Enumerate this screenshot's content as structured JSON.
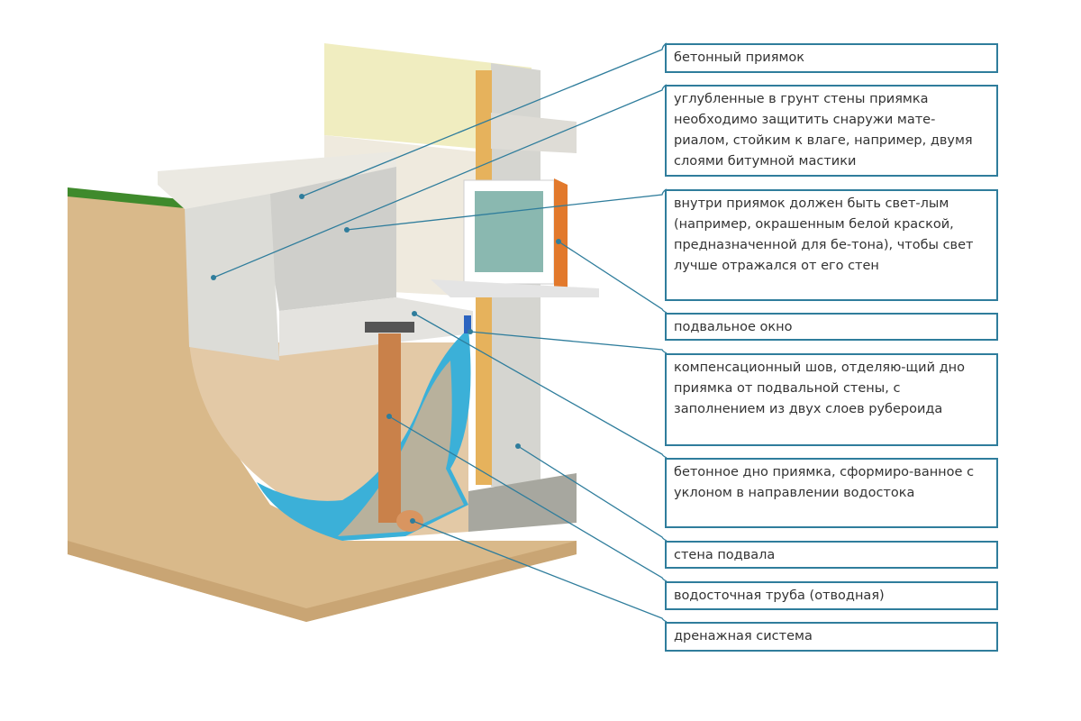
{
  "labels": [
    "бетонный приямок",
    "углубленные в грунт стены приямка необходимо защитить снаружи мате-риалом, стойким к влаге, например, двумя слоями битумной мастики",
    "внутри приямок должен быть свет-лым (например, окрашенным белой краской, предназначенной для бе-тона), чтобы свет лучше отражался от его стен",
    "подвальное окно",
    "компенсационный шов, отделяю-щий дно приямка от подвальной стены, с заполнением из двух слоев рубероида",
    "бетонное дно приямка, сформиро-ванное с уклоном в направлении водостока",
    "стена подвала",
    "водосточная труба (отводная)",
    "дренажная система"
  ],
  "colors": {
    "leader": "#2f7d9c",
    "soil": "#d9b98a",
    "membrane": "#3bb0d8",
    "pipe": "#c9814a",
    "concrete": "#d8d6d0"
  }
}
